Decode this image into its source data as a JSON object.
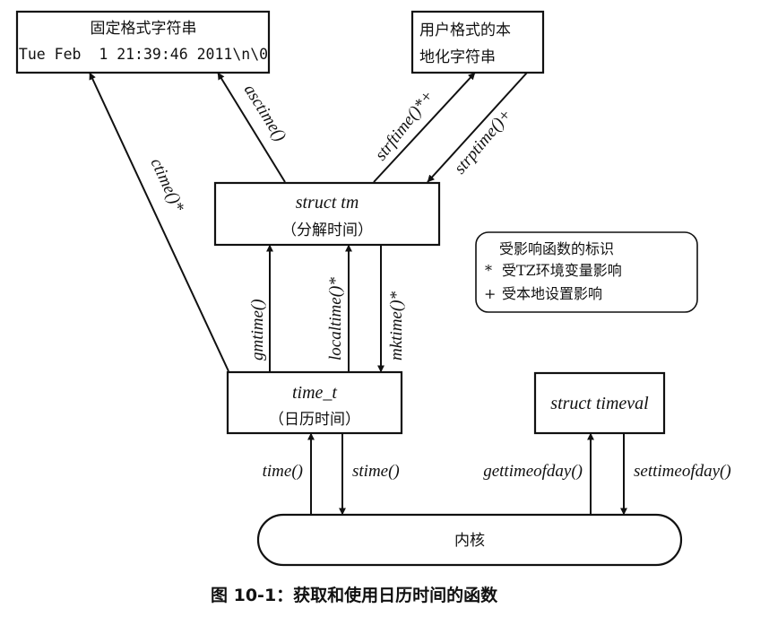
{
  "nodes": {
    "fixed_string": {
      "title": "固定格式字符串",
      "example": "Tue Feb  1 21:39:46 2011\\n\\0"
    },
    "local_string": {
      "line1": "用户格式的本",
      "line2": "地化字符串"
    },
    "struct_tm": {
      "title": "struct tm",
      "subtitle": "（分解时间）"
    },
    "time_t": {
      "title": "time_t",
      "subtitle": "（日历时间）"
    },
    "timeval": {
      "title": "struct timeval"
    },
    "kernel": {
      "title": "内核"
    }
  },
  "edges": {
    "ctime": "ctime()*",
    "asctime": "asctime()",
    "strftime": "strftime()*+",
    "strptime": "strptime()+",
    "gmtime": "gmtime()",
    "localtime": "localtime()*",
    "mktime": "mktime()*",
    "time": "time()",
    "stime": "stime()",
    "gettimeofday": "gettimeofday()",
    "settimeofday": "settimeofday()"
  },
  "legend": {
    "title": "受影响函数的标识",
    "items": [
      {
        "symbol": "*",
        "text": "受TZ环境变量影响"
      },
      {
        "symbol": "+",
        "text": "受本地设置影响"
      }
    ]
  },
  "caption": "图 10-1：获取和使用日历时间的函数"
}
